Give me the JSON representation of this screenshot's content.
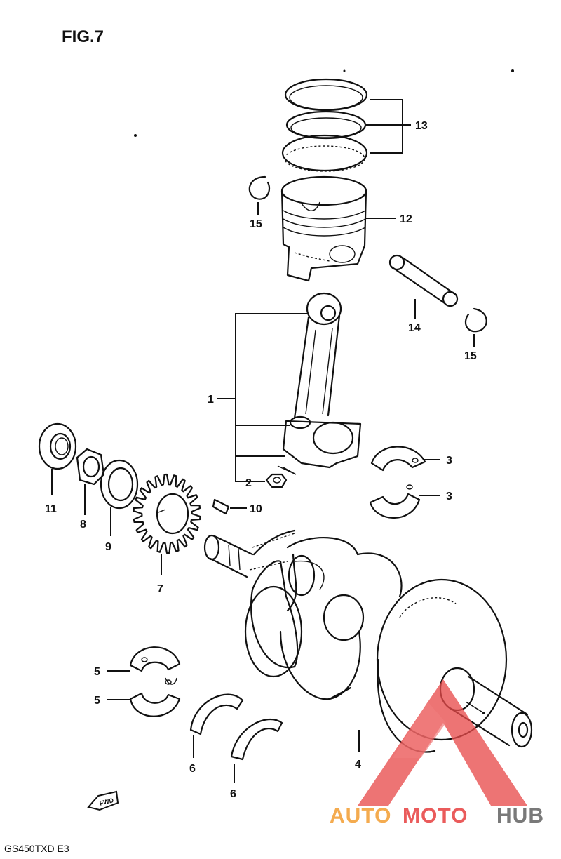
{
  "diagram": {
    "title": "FIG.7",
    "model_code": "GS450TXD E3",
    "fwd_label": "FWD",
    "callouts": {
      "c1": "1",
      "c2": "2",
      "c3a": "3",
      "c3b": "3",
      "c4": "4",
      "c5a": "5",
      "c5b": "5",
      "c6a": "6",
      "c6b": "6",
      "c7": "7",
      "c8": "8",
      "c9": "9",
      "c10": "10",
      "c11": "11",
      "c12": "12",
      "c13": "13",
      "c14": "14",
      "c15a": "15",
      "c15b": "15"
    }
  },
  "watermark": {
    "part1": "AUTO",
    "part2": "MOTO",
    "part3": "HUB",
    "colors": {
      "red": "#e84a4a",
      "orange": "#f3a23c",
      "gray": "#6b6b6b"
    }
  }
}
